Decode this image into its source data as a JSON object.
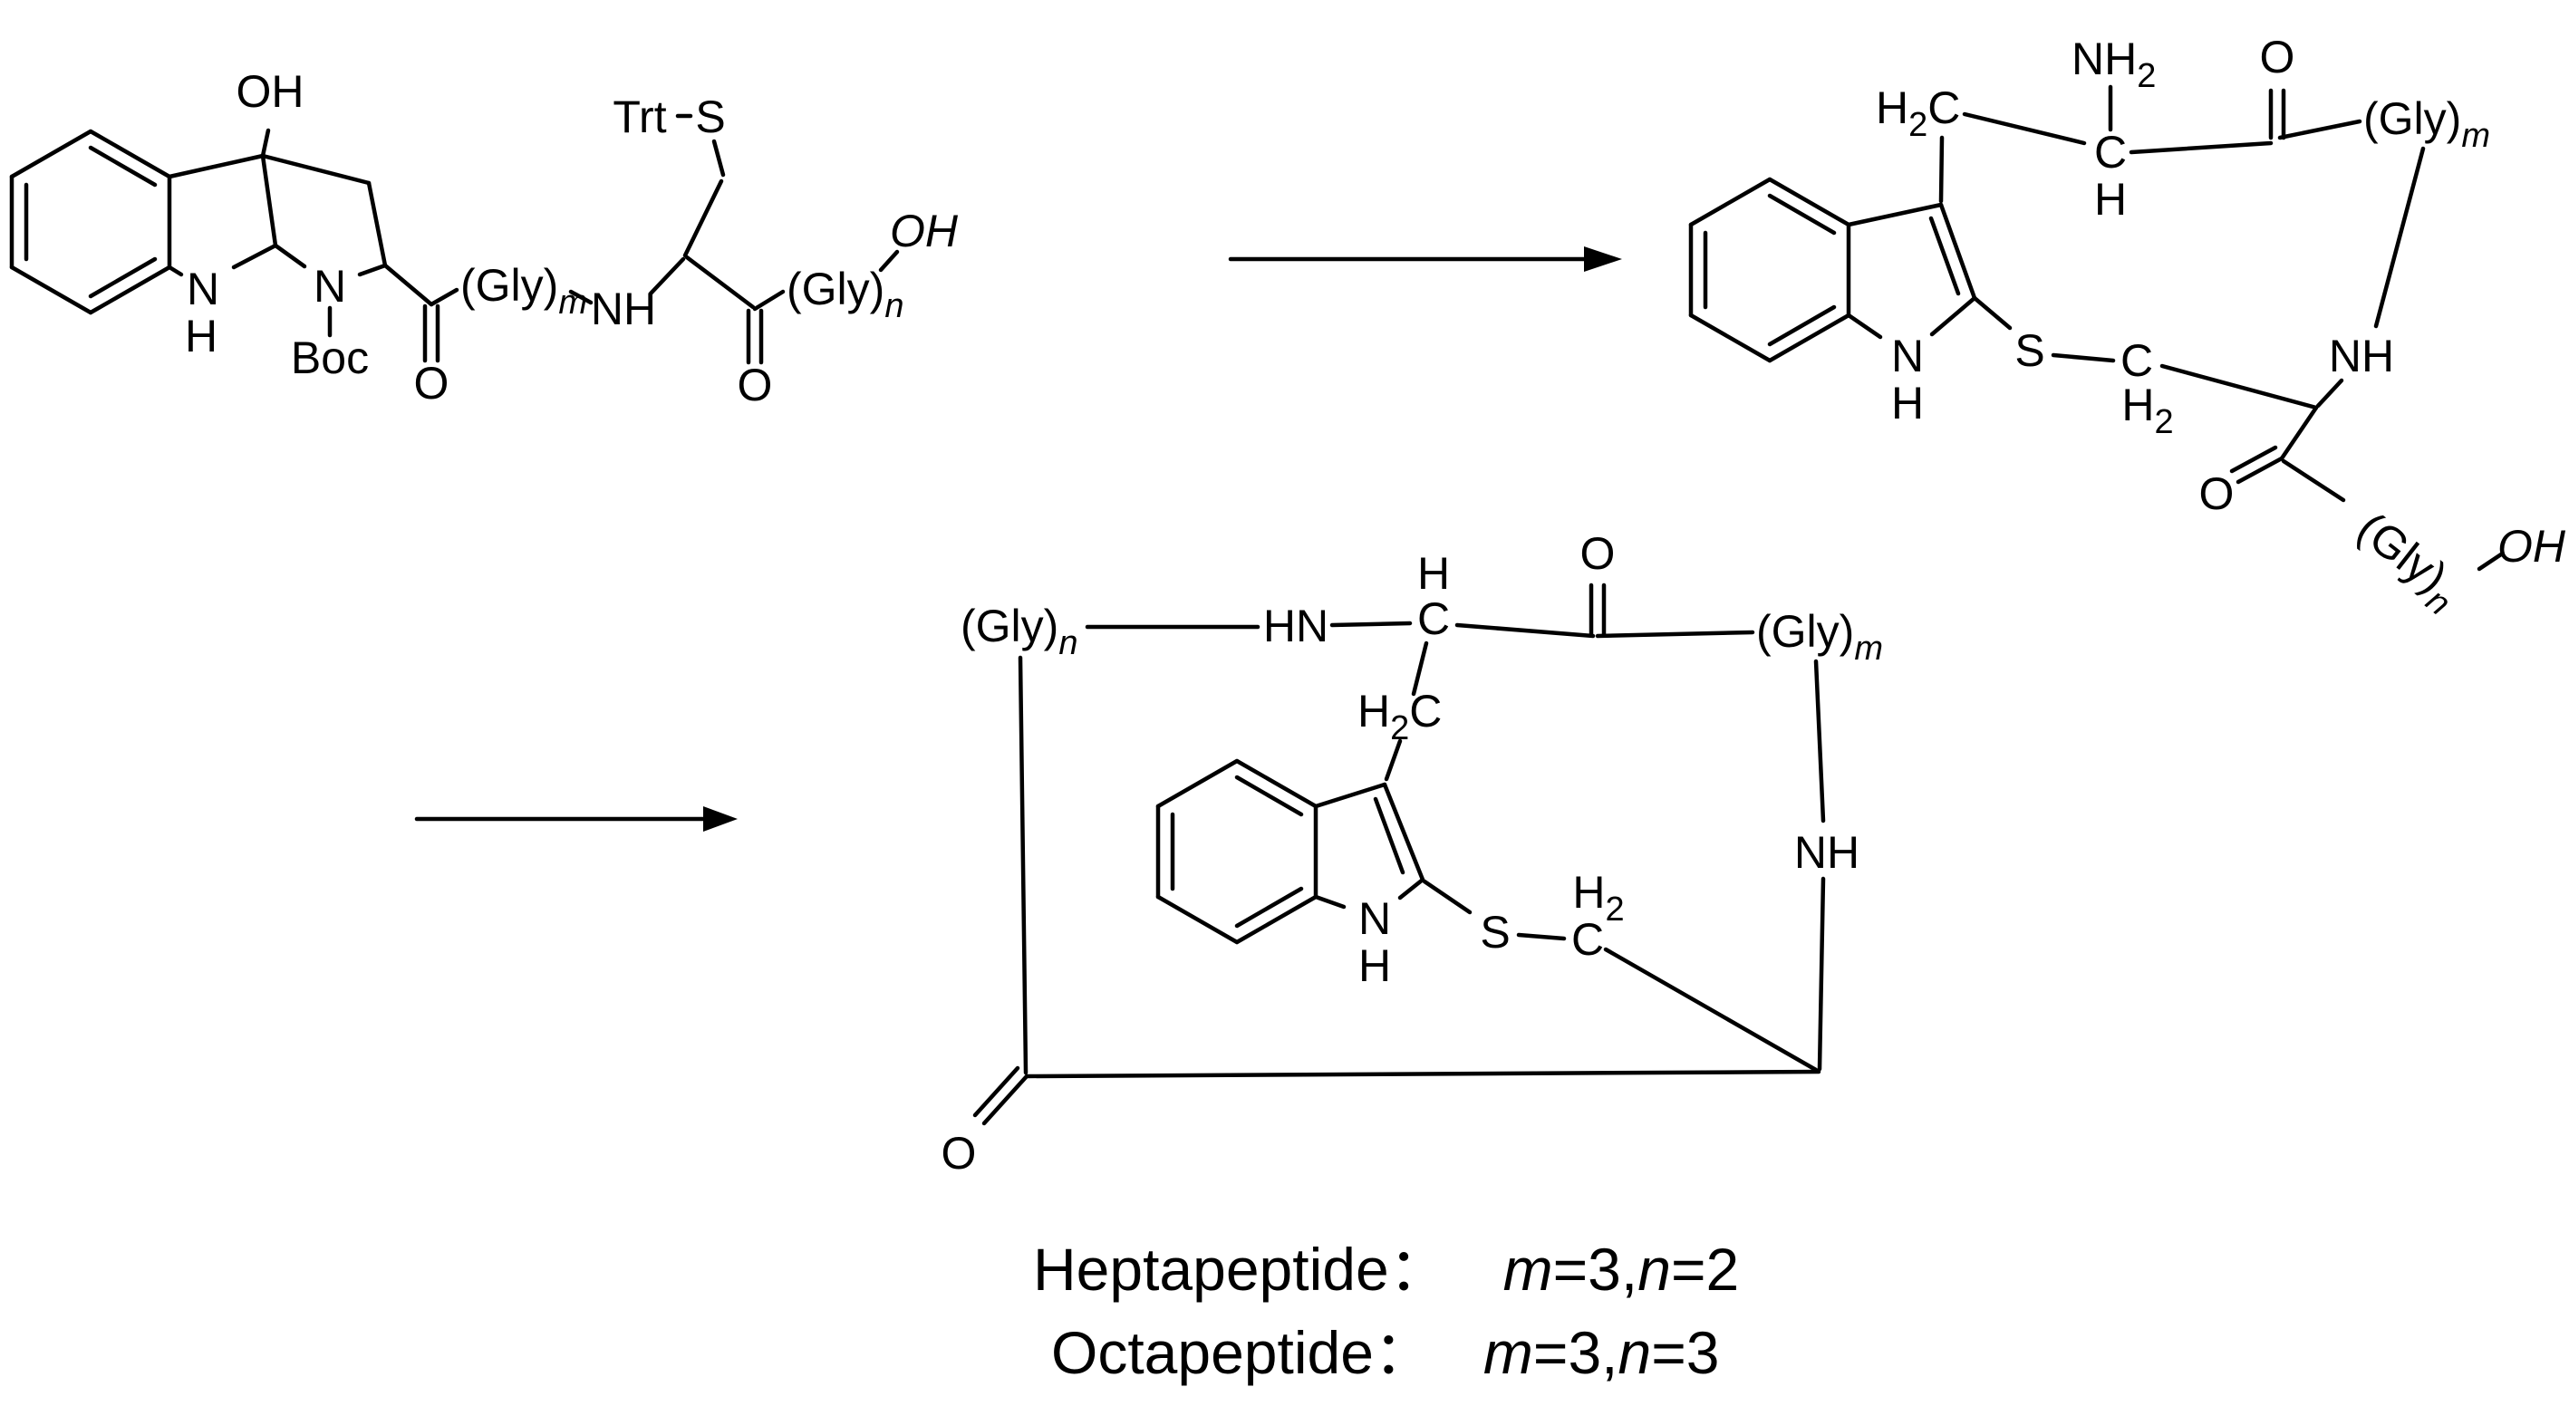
{
  "atoms": {
    "OH": "OH",
    "O": "O",
    "N": "N",
    "H": "H",
    "S": "S",
    "C": "C",
    "NH": "NH",
    "HN": "HN",
    "Boc": "Boc",
    "Trt": "Trt",
    "gly": "(Gly)",
    "sub_m": "m",
    "sub_n": "n",
    "sub_2": "2"
  },
  "caption": {
    "hepta_label": "Heptapeptide：",
    "hepta_m_var": "m",
    "hepta_m_val": "=3,",
    "hepta_n_var": "n",
    "hepta_n_val": "=2",
    "octa_label": "Octapeptide：",
    "octa_m_var": "m",
    "octa_m_val": "=3,",
    "octa_n_var": "n",
    "octa_n_val": "=3"
  }
}
